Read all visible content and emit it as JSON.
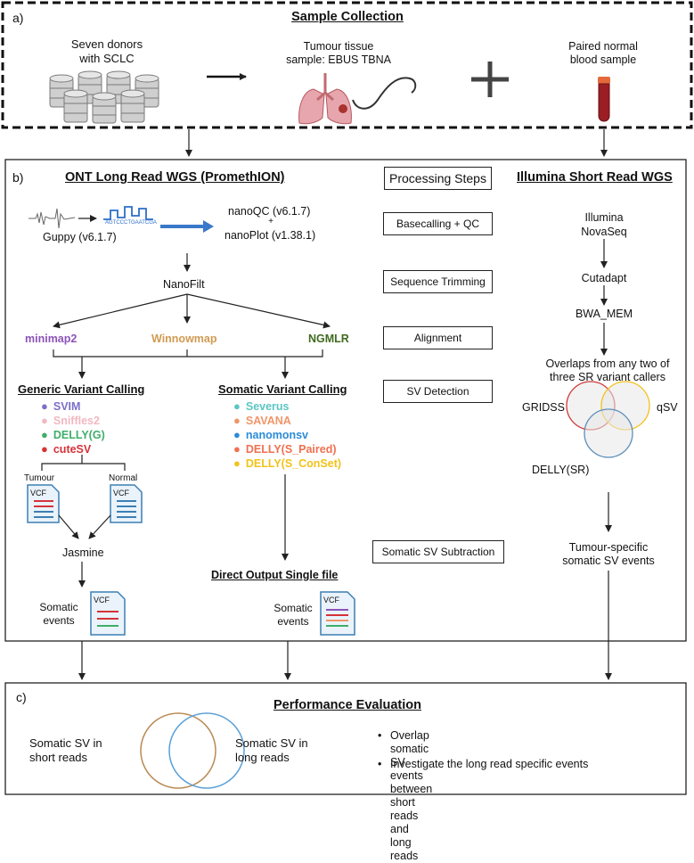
{
  "panel_a": {
    "label": "a)",
    "title": "Sample Collection",
    "donors": "Seven donors\nwith SCLC",
    "tumour": "Tumour tissue\nsample: EBUS TBNA",
    "plus": "+",
    "blood": "Paired normal\nblood sample"
  },
  "panel_b": {
    "label": "b)",
    "ont_title": "ONT Long Read WGS (PromethION)",
    "steps_title": "Processing Steps",
    "illumina_title": "Illumina Short Read WGS",
    "signal_seq": "AGTCCCTGAATCGA",
    "guppy": "Guppy (v6.1.7)",
    "nanoqc": "nanoQC (v6.1.7)",
    "plus": "+",
    "nanoplot": "nanoPlot (v1.38.1)",
    "nanofilt": "NanoFilt",
    "aligners": [
      {
        "name": "minimap2",
        "color": "#8c52b8"
      },
      {
        "name": "Winnowmap",
        "color": "#d29a52"
      },
      {
        "name": "NGMLR",
        "color": "#3f6a1e"
      }
    ],
    "generic_title": "Generic Variant Calling",
    "generic_callers": [
      {
        "name": "SVIM",
        "color": "#7b6fc9"
      },
      {
        "name": "Sniffles2",
        "color": "#f2b8c0"
      },
      {
        "name": "DELLY(G)",
        "color": "#3fae6a"
      },
      {
        "name": "cuteSV",
        "color": "#d6323a"
      }
    ],
    "somatic_title": "Somatic Variant Calling",
    "somatic_callers": [
      {
        "name": "Severus",
        "color": "#5bc6c1"
      },
      {
        "name": "SAVANA",
        "color": "#f0956a"
      },
      {
        "name": "nanomonsv",
        "color": "#2b8bd8"
      },
      {
        "name": "DELLY(S_Paired)",
        "color": "#f07050"
      },
      {
        "name": "DELLY(S_ConSet)",
        "color": "#f2c21a"
      }
    ],
    "tumour_label": "Tumour",
    "normal_label": "Normal",
    "vcf": "VCF",
    "jasmine": "Jasmine",
    "somatic_events": "Somatic\nevents",
    "direct_output": "Direct Output Single file",
    "steps": [
      "Basecalling + QC",
      "Sequence Trimming",
      "Alignment",
      "SV Detection",
      "Somatic SV Subtraction"
    ],
    "illumina_machine": "Illumina\nNovaSeq",
    "cutadapt": "Cutadapt",
    "bwa": "BWA_MEM",
    "overlaps": "Overlaps from any two of\nthree SR variant callers",
    "gridss": "GRIDSS",
    "qsv": "qSV",
    "delly_sr": "DELLY(SR)",
    "tumour_specific": "Tumour-specific\nsomatic SV events"
  },
  "panel_c": {
    "label": "c)",
    "title": "Performance Evaluation",
    "short_reads": "Somatic SV in\nshort reads",
    "long_reads": "Somatic SV in\nlong reads",
    "bullets": [
      "Overlap somatic SV events between short\nreads and long reads",
      "Investigate the long read specific events"
    ]
  }
}
